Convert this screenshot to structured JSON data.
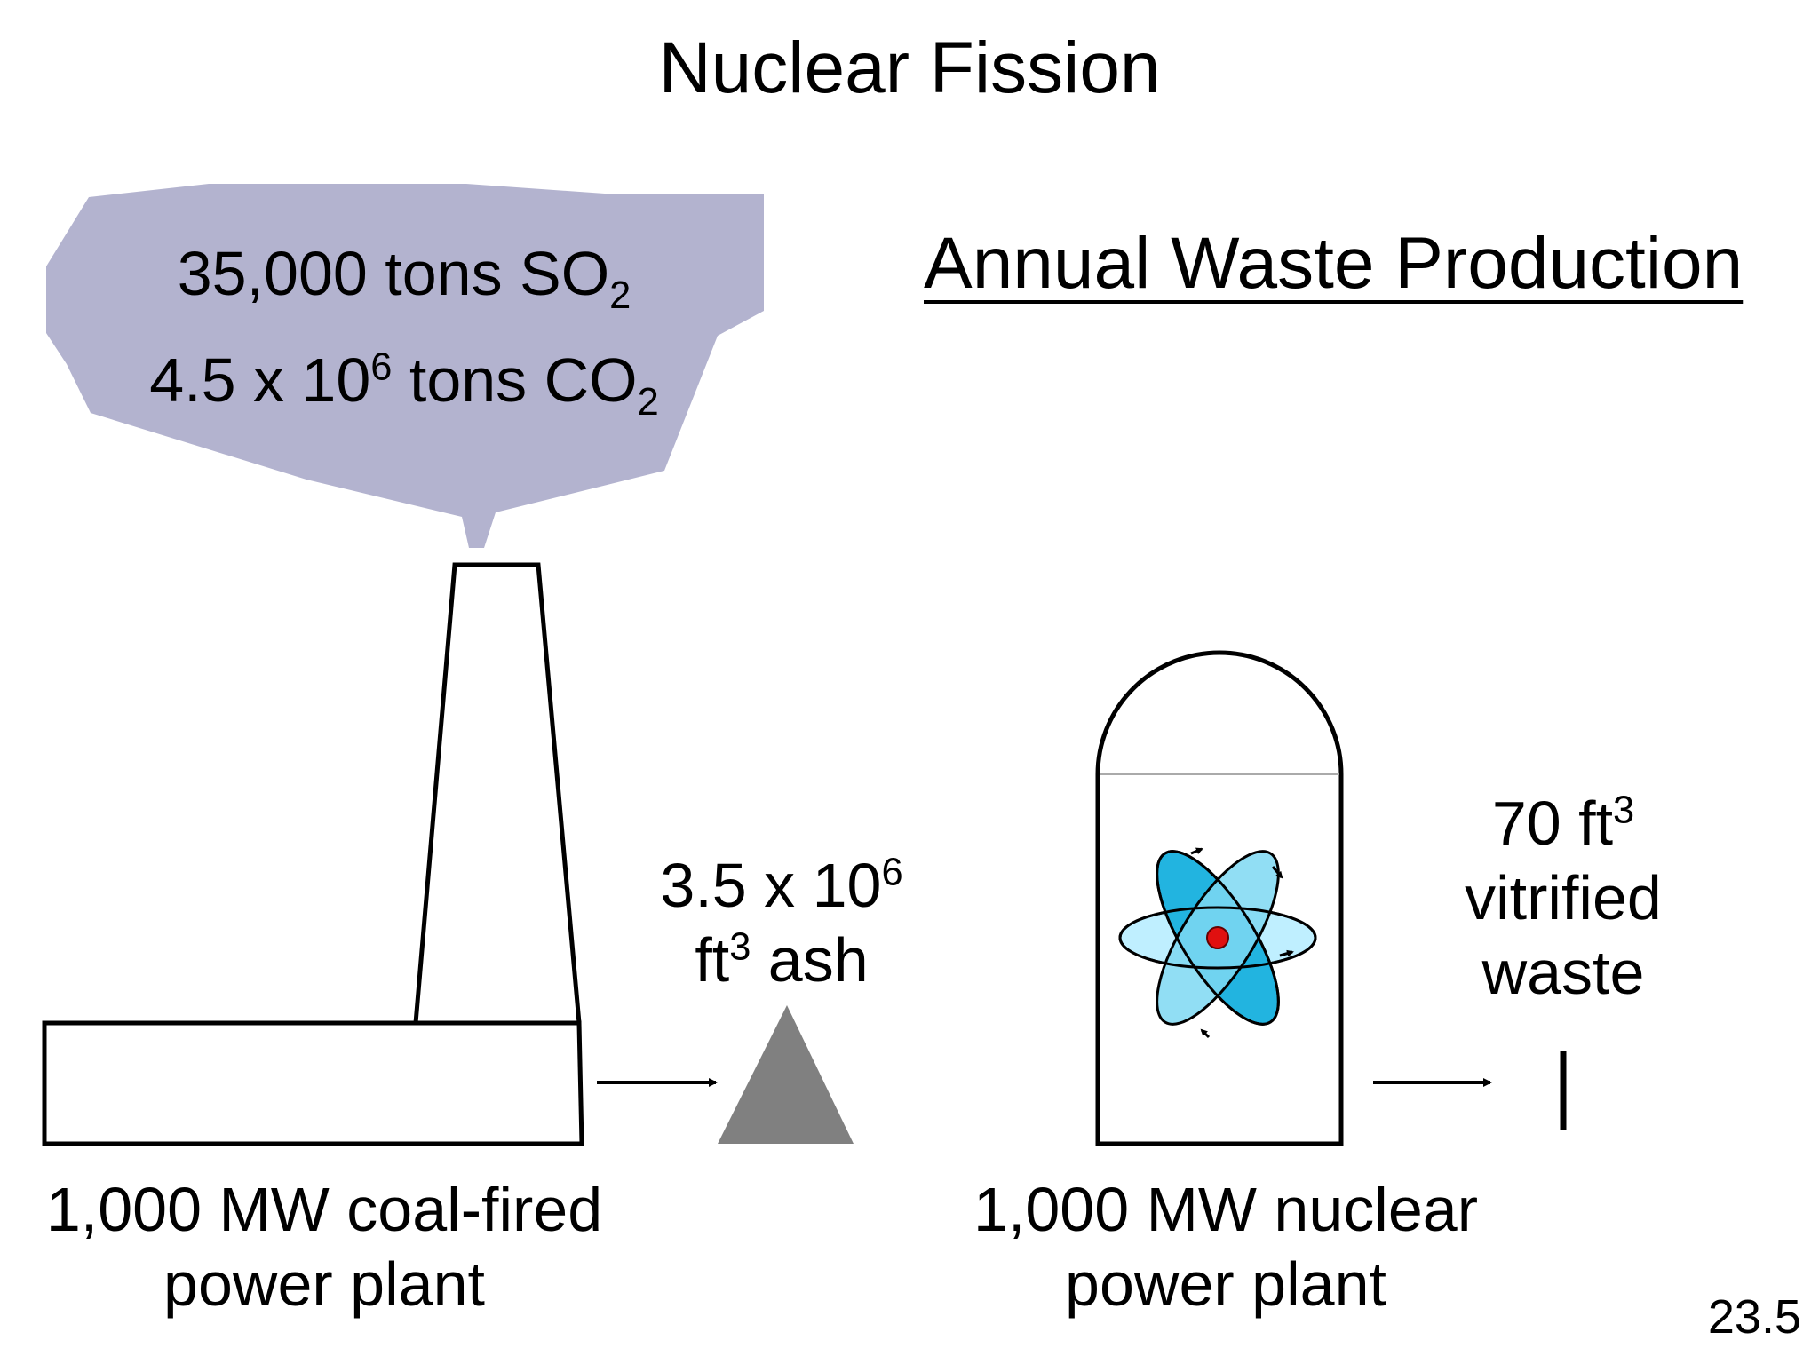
{
  "title": "Nuclear Fission",
  "heading": "Annual Waste Production",
  "emissions": {
    "so2": {
      "amount": "35,000 tons SO",
      "sub": "2"
    },
    "co2": {
      "amount": "4.5 x 10",
      "exp": "6",
      "rest": " tons CO",
      "sub": "2"
    }
  },
  "coal_plant": {
    "label_line1": "1,000 MW coal-fired",
    "label_line2": "power plant"
  },
  "ash": {
    "line1_base": "3.5 x 10",
    "line1_exp": "6",
    "line2_unit": "ft",
    "line2_exp": "3",
    "line2_rest": " ash"
  },
  "nuclear_plant": {
    "label_line1": "1,000 MW nuclear",
    "label_line2": "power plant"
  },
  "nuclear_waste": {
    "line1_base": "70 ft",
    "line1_exp": "3",
    "line2": "vitrified",
    "line3": "waste"
  },
  "colors": {
    "smoke": "#b3b3cf",
    "ash": "#808080",
    "atom_fill": "#22b4e0",
    "atom_light": "#bfefff",
    "nucleus": "#e01010"
  },
  "slide_number": "23.5"
}
